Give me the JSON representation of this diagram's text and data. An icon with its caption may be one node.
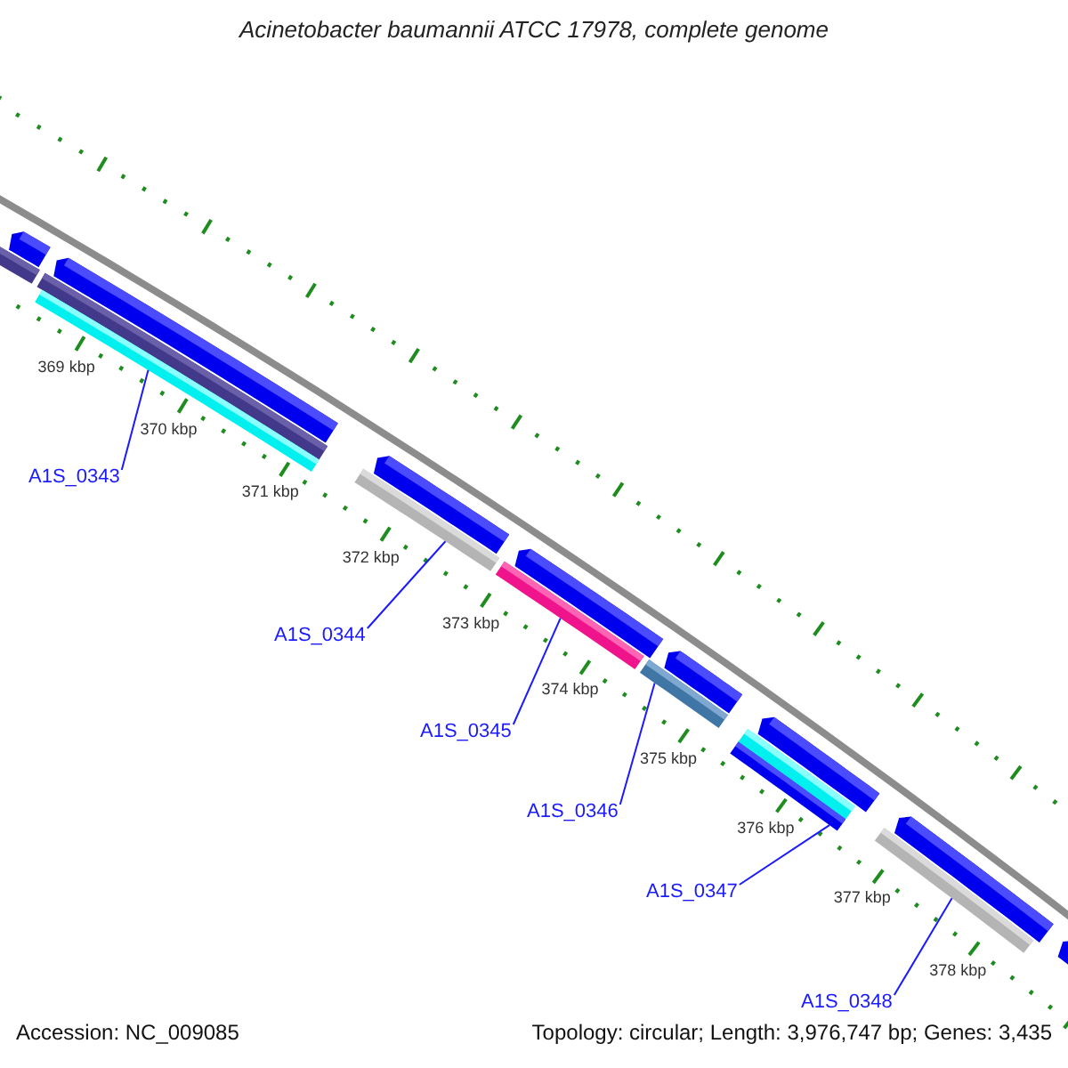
{
  "diagram": {
    "title": "Acinetobacter baumannii ATCC 17978, complete genome",
    "nodes": [
      {
        "text": [
          "A1S_0343"
        ]
      },
      {
        "text": [
          "A1S_0344"
        ]
      },
      {
        "text": [
          "A1S_0345"
        ]
      },
      {
        "text": [
          "A1S_0346"
        ]
      },
      {
        "text": [
          "A1S_0347"
        ]
      },
      {
        "text": [
          "A1S_0348"
        ]
      },
      {
        "text": [],
        "shape": "bar"
      },
      {
        "text": [],
        "shape": "bar"
      },
      {
        "text": [],
        "shape": "bar"
      },
      {
        "text": [],
        "shape": "bar"
      },
      {
        "text": [],
        "shape": "bar"
      },
      {
        "text": [],
        "shape": "bar"
      },
      {
        "text": [],
        "shape": "bar"
      }
    ],
    "edges": [
      {
        "from": 0,
        "to": 6,
        "arrow": "none"
      },
      {
        "from": 1,
        "to": 7,
        "arrow": "none"
      },
      {
        "from": 2,
        "to": 8,
        "arrow": "none"
      },
      {
        "from": 3,
        "to": 9,
        "arrow": "none"
      },
      {
        "from": 4,
        "to": 10,
        "arrow": "none"
      },
      {
        "from": 5,
        "to": 11,
        "arrow": "none"
      }
    ],
    "labels": [
      "369 kbp",
      "370 kbp",
      "371 kbp",
      "372 kbp",
      "373 kbp",
      "374 kbp",
      "375 kbp",
      "376 kbp",
      "377 kbp",
      "378 kbp",
      "Accession: NC_009085",
      "Topology: circular; Length: 3,976,747 bp; Genes: 3,435"
    ]
  }
}
